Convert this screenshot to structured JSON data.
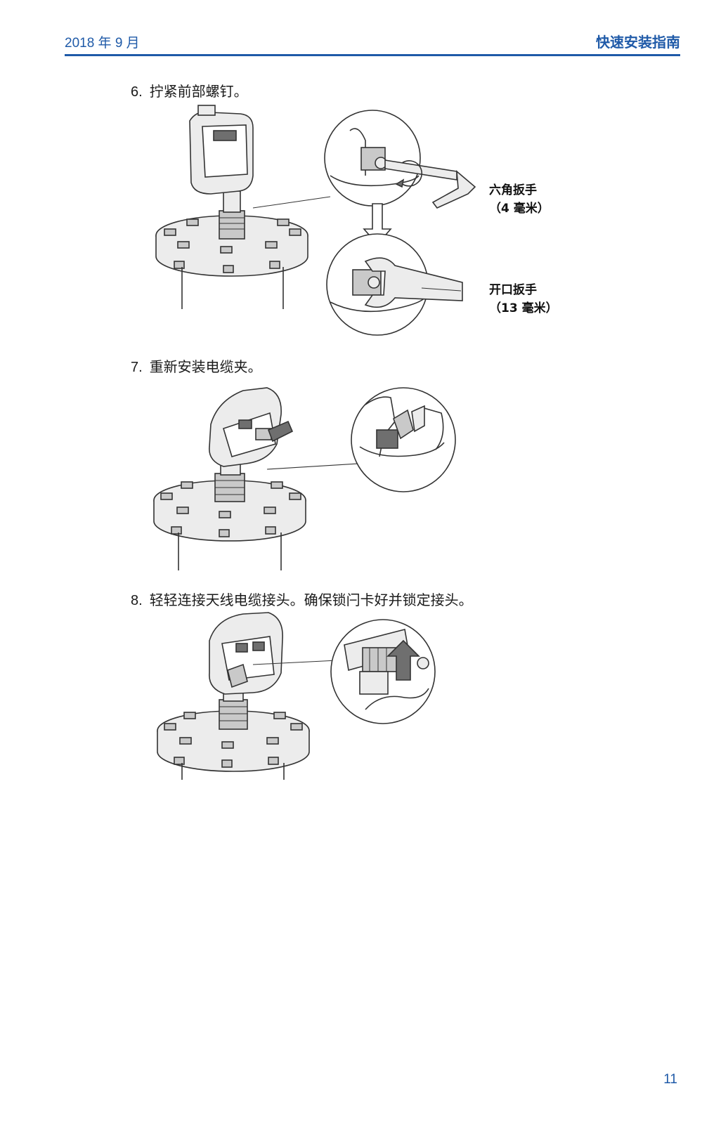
{
  "header": {
    "date": "2018 年 9 月",
    "title": "快速安装指南"
  },
  "steps": [
    {
      "number": "6.",
      "text": "拧紧前部螺钉。"
    },
    {
      "number": "7.",
      "text": "重新安装电缆夹。"
    },
    {
      "number": "8.",
      "text": "轻轻连接天线电缆接头。确保锁闩卡好并锁定接头。"
    }
  ],
  "callouts": {
    "hex_wrench": {
      "line1": "六角扳手",
      "line2": "（4 毫米）"
    },
    "open_wrench": {
      "line1": "开口扳手",
      "line2": "（13 毫米）"
    }
  },
  "page_number": "11",
  "colors": {
    "accent": "#1f5aa8"
  }
}
